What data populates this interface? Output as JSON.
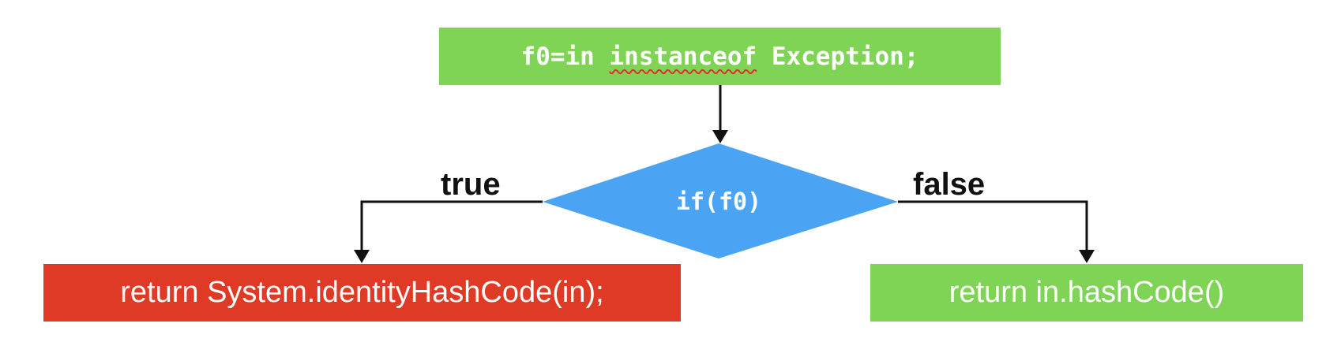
{
  "diagram": {
    "nodes": {
      "start": {
        "prefix": "f0=in ",
        "keyword": "instanceof",
        "suffix": " Exception;",
        "color": "#7fd455"
      },
      "decision": {
        "text": "if(f0)",
        "color": "#4aa3f3"
      },
      "true_branch": {
        "text": "return System.identityHashCode(in);",
        "color": "#de3a26"
      },
      "false_branch": {
        "text": "return in.hashCode()",
        "color": "#7fd455"
      }
    },
    "edges": {
      "true_label": "true",
      "false_label": "false"
    },
    "colors": {
      "arrow": "#111111",
      "spell_underline": "#e0302a"
    }
  }
}
